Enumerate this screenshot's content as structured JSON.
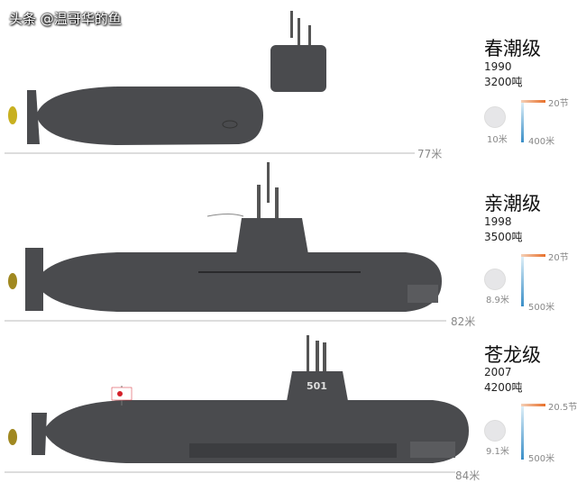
{
  "submarines": [
    {
      "name": "春潮级",
      "year": "1990",
      "displacement": "3200吨",
      "length": "77米",
      "beam": "10米",
      "speed": "20节",
      "depth": "400米"
    },
    {
      "name": "亲潮级",
      "year": "1998",
      "displacement": "3500吨",
      "length": "82米",
      "beam": "8.9米",
      "speed": "20节",
      "depth": "500米"
    },
    {
      "name": "苍龙级",
      "year": "2007",
      "displacement": "4200吨",
      "length": "84米",
      "beam": "9.1米",
      "speed": "20.5节",
      "depth": "500米",
      "hull_number": "501"
    }
  ],
  "watermark": "头条 @温哥华的鱼",
  "colors": {
    "hull": "#4a4b4e",
    "speed_bar": "#e8702a",
    "depth_bar": "#3a8fc8",
    "flag": "#d4202a"
  }
}
